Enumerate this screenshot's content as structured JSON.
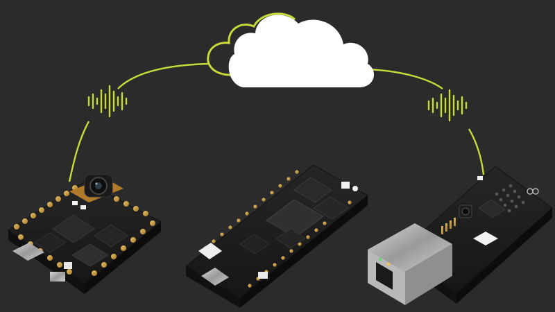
{
  "scene": {
    "background": "#2b2b2b",
    "accent": "#c8d93a",
    "cloud_color": "#ffffff",
    "pcb_color": "#1d1d1d",
    "elements": [
      "cloud-icon",
      "wireless-signal-icon",
      "camera-board",
      "microcontroller-board",
      "ethernet-board"
    ]
  }
}
